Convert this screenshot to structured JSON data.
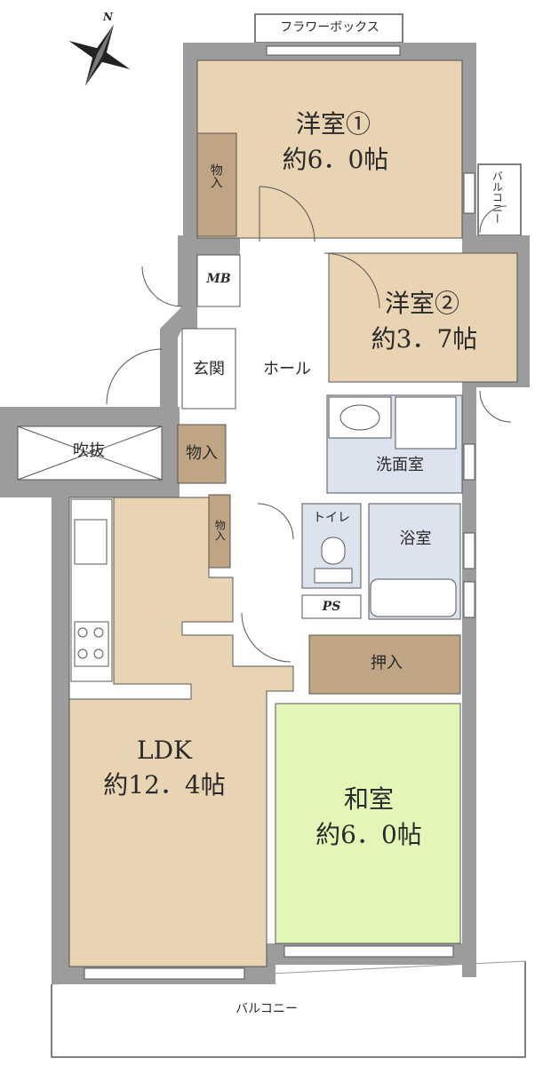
{
  "colors": {
    "wall": "#9c9c9c",
    "western_room": "#e8d3b3",
    "storage": "#bfa584",
    "ldk": "#e8d3b3",
    "japanese_room": "#e2f7b7",
    "wet_area": "#dde3ee",
    "outline": "#555555"
  },
  "compass": {
    "label": "N"
  },
  "rooms": {
    "flower_box": "フラワーボックス",
    "western1": {
      "name": "洋室①",
      "size": "約6．0帖"
    },
    "western2": {
      "name": "洋室②",
      "size": "約3．7帖"
    },
    "closet1": "物入",
    "mb": "MB",
    "entrance": "玄関",
    "hall": "ホール",
    "fukinuke": "吹抜",
    "closet2": "物入",
    "closet3": "物入",
    "washroom": "洗面室",
    "toilet": "トイレ",
    "bathroom": "浴室",
    "ps": "PS",
    "oshiire": "押入",
    "ldk": {
      "name": "LDK",
      "size": "約12．4帖"
    },
    "washitsu": {
      "name": "和室",
      "size": "約6．0帖"
    },
    "balcony_small": "バルコニー",
    "balcony_main": "バルコニー"
  }
}
